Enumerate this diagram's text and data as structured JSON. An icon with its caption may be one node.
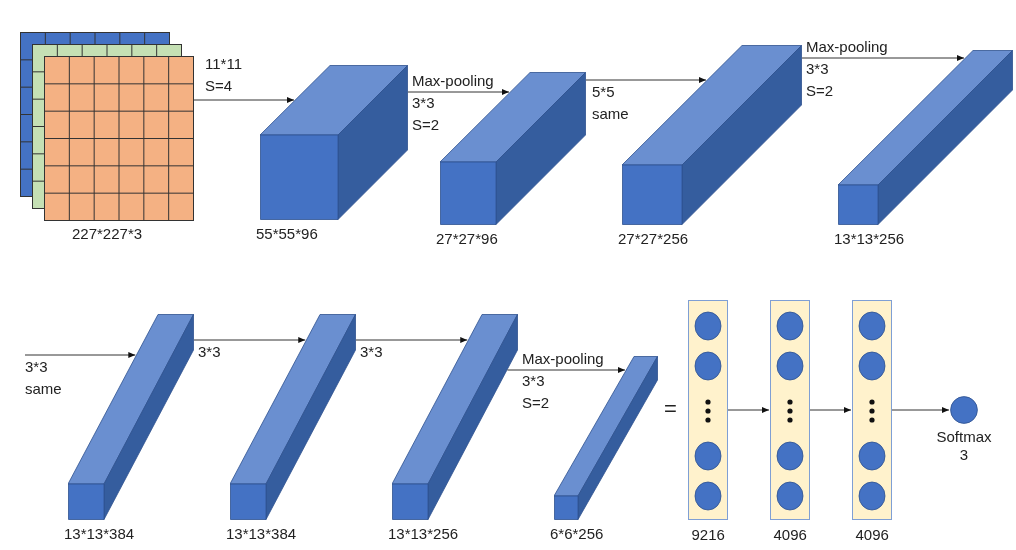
{
  "diagram": {
    "nodes": [
      {
        "text": [],
        "shape": "picture",
        "beside": [
          "227*227*3"
        ]
      },
      {
        "text": [],
        "shape": "box",
        "beside": [
          "55*55*96"
        ]
      },
      {
        "text": [],
        "shape": "box",
        "beside": [
          "27*27*96"
        ]
      },
      {
        "text": [],
        "shape": "box",
        "beside": [
          "27*27*256"
        ]
      },
      {
        "text": [],
        "shape": "box",
        "beside": [
          "13*13*256"
        ]
      },
      {
        "text": [],
        "shape": "box",
        "beside": [
          "13*13*384"
        ]
      },
      {
        "text": [],
        "shape": "box",
        "beside": [
          "13*13*384"
        ]
      },
      {
        "text": [],
        "shape": "box",
        "beside": [
          "13*13*256"
        ]
      },
      {
        "text": [],
        "shape": "box",
        "beside": [
          "6*6*256"
        ]
      },
      {
        "text": [],
        "shape": "box",
        "beside": [
          "9216"
        ]
      },
      {
        "text": [],
        "shape": "box",
        "beside": [
          "4096"
        ]
      },
      {
        "text": [],
        "shape": "box",
        "beside": [
          "4096"
        ]
      },
      {
        "text": [],
        "shape": "circle",
        "beside": [
          "Softmax 3"
        ]
      }
    ],
    "edges": [
      {
        "from": 0,
        "to": 1,
        "arrow": "to",
        "label": "11*11 S=4"
      },
      {
        "from": 1,
        "to": 2,
        "arrow": "to",
        "label": "Max-pooling 3*3 S=2"
      },
      {
        "from": 2,
        "to": 3,
        "arrow": "to",
        "label": "5*5 same"
      },
      {
        "from": 3,
        "to": 4,
        "arrow": "to",
        "label": "Max-pooling 3*3 S=2"
      },
      {
        "from": null,
        "to": 5,
        "arrow": "to",
        "label": "3*3 same"
      },
      {
        "from": 5,
        "to": 6,
        "arrow": "to",
        "label": "3*3"
      },
      {
        "from": 6,
        "to": 7,
        "arrow": "to",
        "label": "3*3"
      },
      {
        "from": 7,
        "to": 8,
        "arrow": "to",
        "label": "Max-pooling 3*3 S=2"
      },
      {
        "from": 9,
        "to": 10,
        "arrow": "to"
      },
      {
        "from": 10,
        "to": 11,
        "arrow": "to"
      },
      {
        "from": 11,
        "to": 12,
        "arrow": "to"
      }
    ],
    "labels": [
      "="
    ]
  }
}
